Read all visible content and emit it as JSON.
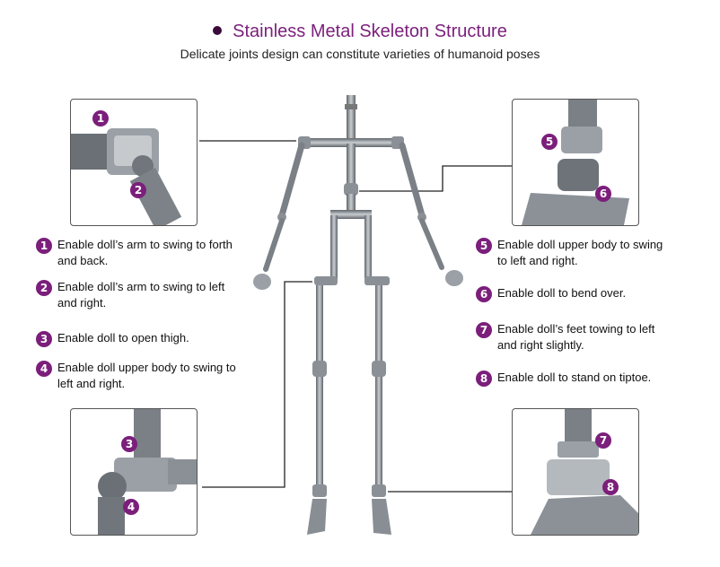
{
  "header": {
    "title": "Stainless Metal Skeleton Structure",
    "subtitle": "Delicate joints design can constitute varieties of humanoid poses"
  },
  "features_left": [
    {
      "num": "1",
      "line1": "Enable doll’s arm to swing to forth",
      "line2": "and back."
    },
    {
      "num": "2",
      "line1": "Enable doll’s arm to swing to left",
      "line2": "and right."
    },
    {
      "num": "3",
      "line1": "Enable doll to open thigh.",
      "line2": ""
    },
    {
      "num": "4",
      "line1": "Enable doll upper body to swing to",
      "line2": "left and right."
    }
  ],
  "features_right": [
    {
      "num": "5",
      "line1": "Enable doll upper body to swing",
      "line2": "to left and right."
    },
    {
      "num": "6",
      "line1": "Enable doll to bend over.",
      "line2": ""
    },
    {
      "num": "7",
      "line1": "Enable doll’s feet towing to left",
      "line2": "and right slightly."
    },
    {
      "num": "8",
      "line1": "Enable doll to stand on tiptoe.",
      "line2": ""
    }
  ],
  "photo_badges": {
    "top_left": [
      "1",
      "2"
    ],
    "top_right": [
      "5",
      "6"
    ],
    "bottom_left": [
      "3",
      "4"
    ],
    "bottom_right": [
      "7",
      "8"
    ]
  },
  "colors": {
    "accent": "#7b1f7b",
    "title_dot": "#3a0a3a",
    "metal": "#8a9096"
  }
}
